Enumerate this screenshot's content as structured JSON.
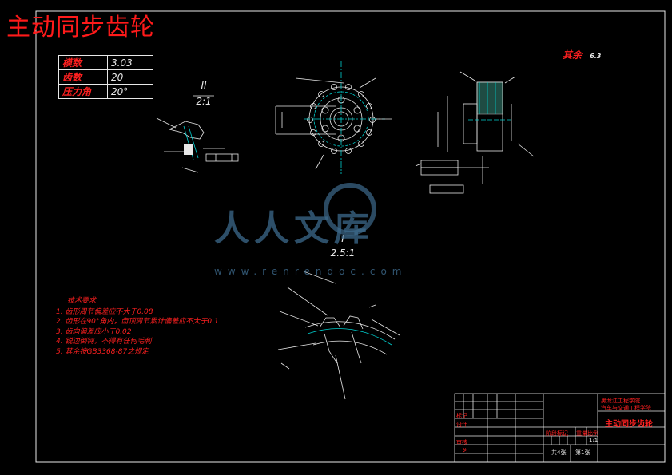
{
  "drawing": {
    "title": "主动同步齿轮",
    "remaining_label": "其余",
    "remaining_symbol": "6.3"
  },
  "params": [
    {
      "label": "模数",
      "value": "3.03"
    },
    {
      "label": "齿数",
      "value": "20"
    },
    {
      "label": "压力角",
      "value": "20°"
    }
  ],
  "views": {
    "detail_ii_label": "II",
    "detail_ii_scale": "2:1",
    "detail_i_label": "I",
    "detail_i_scale": "2.5:1"
  },
  "requirements": {
    "heading": "技术要求",
    "items": [
      "1. 齿形周节偏差应不大于0.08",
      "2. 齿形在90°角内，齿顶周节累计偏差应不大于0.1",
      "3. 齿向偏差应小于0.02",
      "4. 锐边倒钝，不得有任何毛刺",
      "5. 其余按GB3368-87之规定"
    ]
  },
  "watermark": {
    "text": "人人文库",
    "url": "www.renrendoc.com"
  },
  "titleblock": {
    "school_line1": "黑龙江工程学院",
    "school_line2": "汽车与交通工程学院",
    "part_name": "主动同步齿轮",
    "scale": "1:1",
    "sheets": "共4张",
    "sheet": "第1张",
    "design": "设计",
    "review": "审核",
    "process": "工艺",
    "mark": "标记",
    "stage": "阶段标记",
    "weight": "重量",
    "ratio": "比例"
  },
  "colors": {
    "line": "#e8e8e8",
    "red": "#ff2020",
    "cyan": "#00d0d0",
    "yellow": "#e0e000",
    "watermark": "#3d6a8c"
  }
}
